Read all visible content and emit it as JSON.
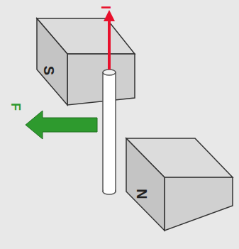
{
  "diagram": {
    "nodes": [
      {
        "text": [
          "S"
        ]
      },
      {
        "text": [
          "N"
        ]
      }
    ],
    "labels": [
      "I",
      "F"
    ]
  }
}
